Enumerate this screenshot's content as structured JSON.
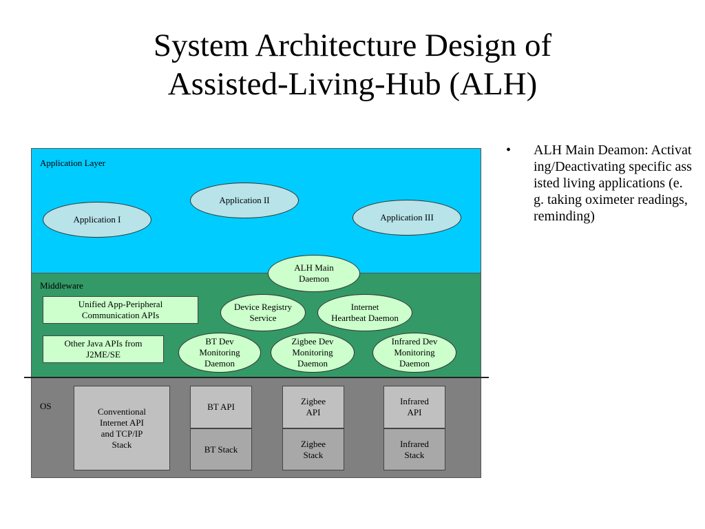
{
  "title": "System Architecture Design of\nAssisted-Living-Hub (ALH)",
  "colors": {
    "application_layer": "#00ccff",
    "middleware": "#339966",
    "os": "#808080",
    "app_ellipse": "#b7e3e9",
    "middleware_ellipse": "#ccffcc",
    "os_box": "#c0c0c0"
  },
  "layers": {
    "application": {
      "label": "Application Layer"
    },
    "middleware": {
      "label": "Middleware"
    },
    "os": {
      "label": "OS"
    }
  },
  "applications": [
    {
      "label": "Application I"
    },
    {
      "label": "Application II"
    },
    {
      "label": "Application III"
    }
  ],
  "middleware_boxes": [
    {
      "label": "Unified App-Peripheral\nCommunication APIs"
    },
    {
      "label": "Other Java APIs from\nJ2ME/SE"
    }
  ],
  "middleware_ellipses": [
    {
      "label": "ALH Main\nDaemon"
    },
    {
      "label": "Device Registry\nService"
    },
    {
      "label": "Internet\nHeartbeat Daemon"
    },
    {
      "label": "BT Dev\nMonitoring\nDaemon"
    },
    {
      "label": "Zigbee Dev\nMonitoring\nDaemon"
    },
    {
      "label": "Infrared Dev\nMonitoring\nDaemon"
    }
  ],
  "os_boxes": [
    {
      "label": "Conventional\nInternet API\nand TCP/IP\nStack"
    },
    {
      "label": "BT API"
    },
    {
      "label": "BT Stack"
    },
    {
      "label": "Zigbee\nAPI"
    },
    {
      "label": "Zigbee\nStack"
    },
    {
      "label": "Infrared\nAPI"
    },
    {
      "label": "Infrared\nStack"
    }
  ],
  "bullet": {
    "symbol": "•",
    "text": "ALH Main Deamon: Activating/Deactivating specific assisted living applications (e.g. taking oximeter readings, reminding)"
  }
}
